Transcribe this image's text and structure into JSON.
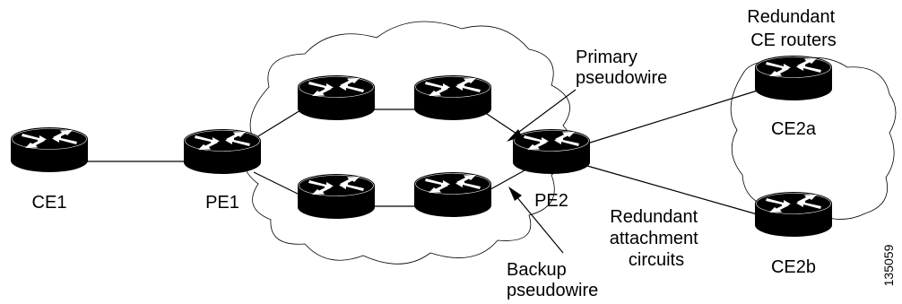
{
  "figure_id": "135059",
  "routers": {
    "ce1": "CE1",
    "pe1": "PE1",
    "pe2": "PE2",
    "ce2a": "CE2a",
    "ce2b": "CE2b"
  },
  "annotations": {
    "primary": [
      "Primary",
      "pseudowire"
    ],
    "backup": [
      "Backup",
      "pseudowire"
    ],
    "redundant_ce": [
      "Redundant",
      "CE routers"
    ],
    "redundant_ac": [
      "Redundant",
      "attachment",
      "circuits"
    ]
  },
  "colors": {
    "router_body": "#000000",
    "arrow": "#ffffff",
    "line": "#000000",
    "background": "#ffffff"
  }
}
